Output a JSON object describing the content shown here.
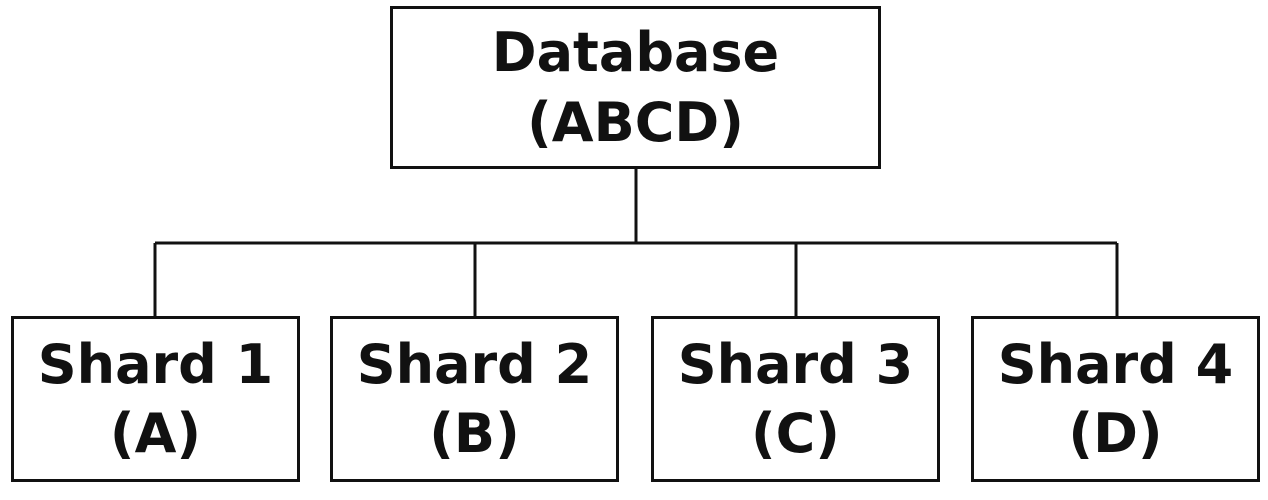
{
  "diagram": {
    "root": {
      "title": "Database",
      "content": "(ABCD)"
    },
    "shards": [
      {
        "title": "Shard 1",
        "content": "(A)"
      },
      {
        "title": "Shard 2",
        "content": "(B)"
      },
      {
        "title": "Shard 3",
        "content": "(C)"
      },
      {
        "title": "Shard 4",
        "content": "(D)"
      }
    ],
    "colors": {
      "line": "#111111",
      "background": "#ffffff"
    }
  }
}
